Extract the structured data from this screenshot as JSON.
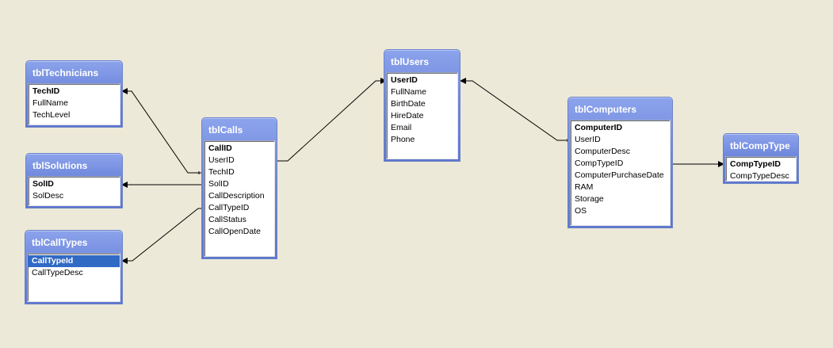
{
  "tables": {
    "technicians": {
      "name": "tblTechnicians",
      "fields": [
        "TechID",
        "FullName",
        "TechLevel"
      ],
      "key": "TechID"
    },
    "solutions": {
      "name": "tblSolutions",
      "fields": [
        "SolID",
        "SolDesc"
      ],
      "key": "SolID"
    },
    "calltypes": {
      "name": "tblCallTypes",
      "fields": [
        "CallTypeId",
        "CallTypeDesc"
      ],
      "key": "CallTypeId",
      "selected": "CallTypeId"
    },
    "calls": {
      "name": "tblCalls",
      "fields": [
        "CallID",
        "UserID",
        "TechID",
        "SolID",
        "CallDescription",
        "CallTypeID",
        "CallStatus",
        "CallOpenDate"
      ],
      "key": "CallID"
    },
    "users": {
      "name": "tblUsers",
      "fields": [
        "UserID",
        "FullName",
        "BirthDate",
        "HireDate",
        "Email",
        "Phone"
      ],
      "key": "UserID"
    },
    "computers": {
      "name": "tblComputers",
      "fields": [
        "ComputerID",
        "UserID",
        "ComputerDesc",
        "CompTypeID",
        "ComputerPurchaseDate",
        "RAM",
        "Storage",
        "OS"
      ],
      "key": "ComputerID"
    },
    "comptype": {
      "name": "tblCompType",
      "fields": [
        "CompTypeID",
        "CompTypeDesc"
      ],
      "key": "CompTypeID"
    }
  },
  "colors": {
    "background": "#ece9d8",
    "title_bar": "#6e87db",
    "selected_field": "#316ac5",
    "relationship_line": "#000000"
  }
}
